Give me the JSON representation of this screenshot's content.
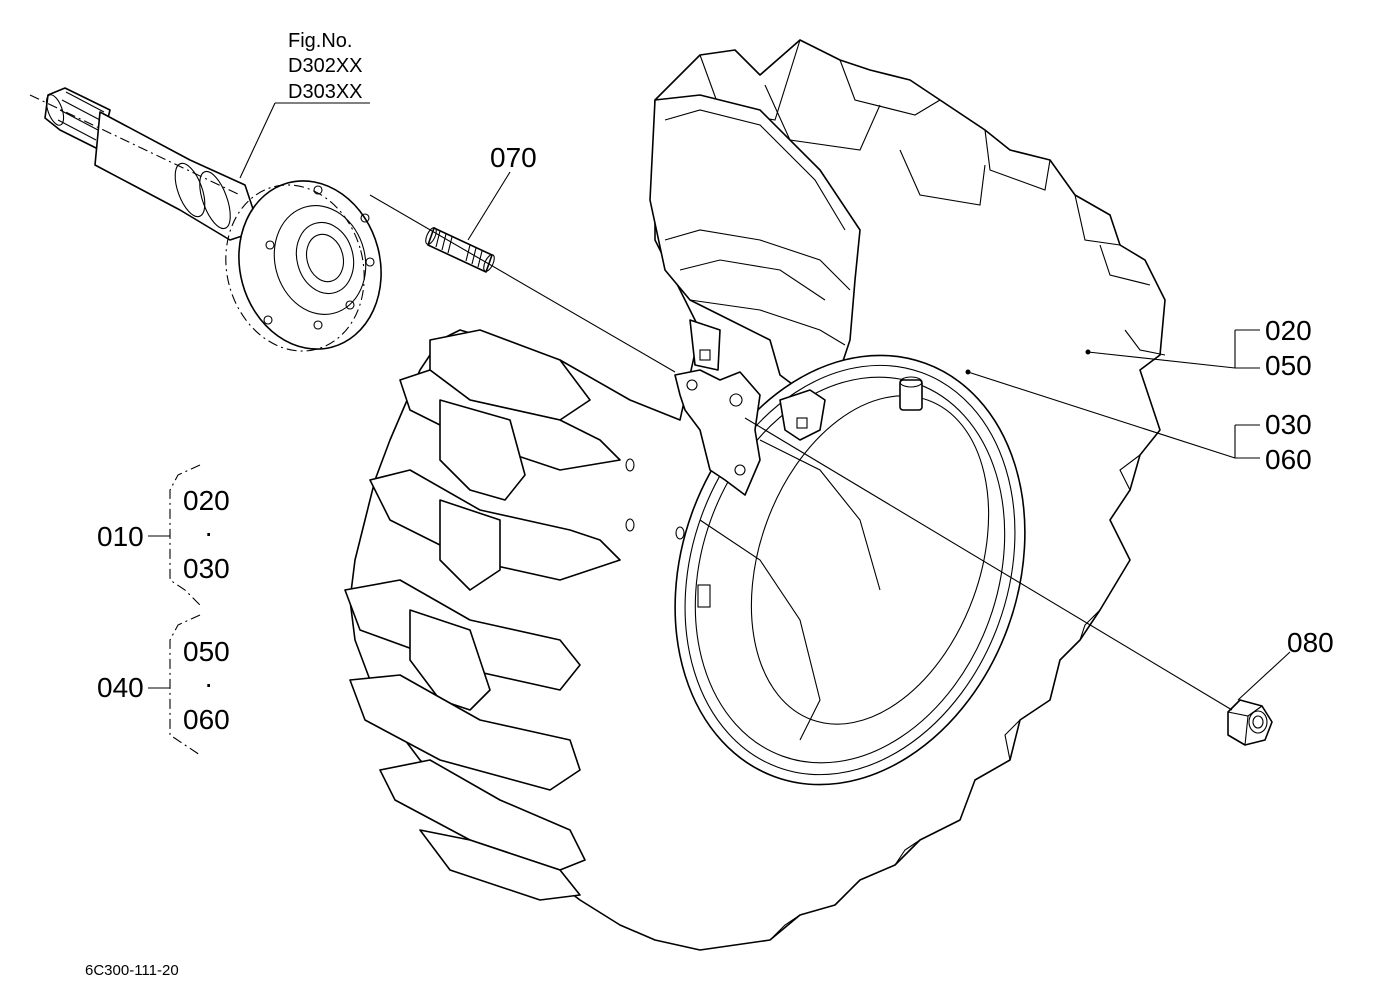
{
  "figure": {
    "fig_label": "Fig.No.",
    "fig_numbers": [
      "D302XX",
      "D303XX"
    ]
  },
  "callouts": {
    "c070": "070",
    "c020": "020",
    "c050": "050",
    "c030": "030",
    "c060": "060",
    "c080": "080"
  },
  "assemblies": [
    {
      "id": "010",
      "top": "020",
      "sep": "·",
      "bottom": "030"
    },
    {
      "id": "040",
      "top": "050",
      "sep": "·",
      "bottom": "060"
    }
  ],
  "drawing_code": "6C300-111-20"
}
